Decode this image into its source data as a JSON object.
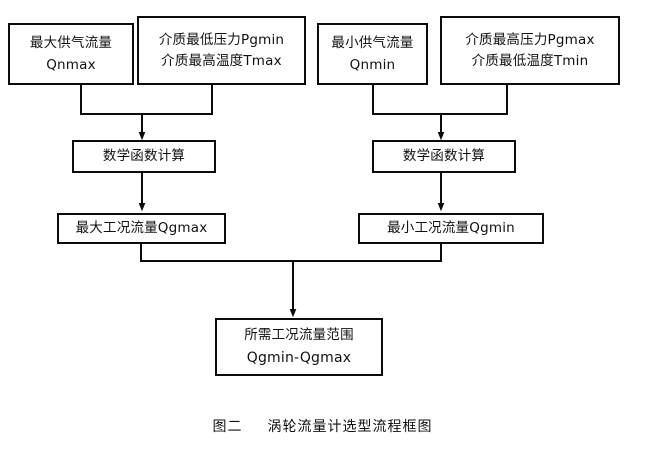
{
  "figure": {
    "caption_label": "图二",
    "caption_title": "涡轮流量计选型流程框图"
  },
  "nodes": {
    "qnmax": {
      "line1": "最大供气流量",
      "line2": "Qnmax"
    },
    "pgmin": {
      "line1": "介质最低压力Pgmin",
      "line2": "介质最高温度Tmax"
    },
    "qnmin": {
      "line1": "最小供气流量",
      "line2": "Qnmin"
    },
    "pgmax": {
      "line1": "介质最高压力Pgmax",
      "line2": "介质最低温度Tmin"
    },
    "math_left": {
      "line1": "数学函数计算"
    },
    "math_right": {
      "line1": "数学函数计算"
    },
    "qgmax": {
      "line1": "最大工况流量Qgmax"
    },
    "qgmin": {
      "line1": "最小工况流量Qgmin"
    },
    "range": {
      "line1": "所需工况流量范围",
      "line2": "Qgmin-Qgmax"
    }
  },
  "style": {
    "line_color": "#0b0b0b",
    "box_fill": "#ffffff",
    "page_background": "#ffffff"
  }
}
